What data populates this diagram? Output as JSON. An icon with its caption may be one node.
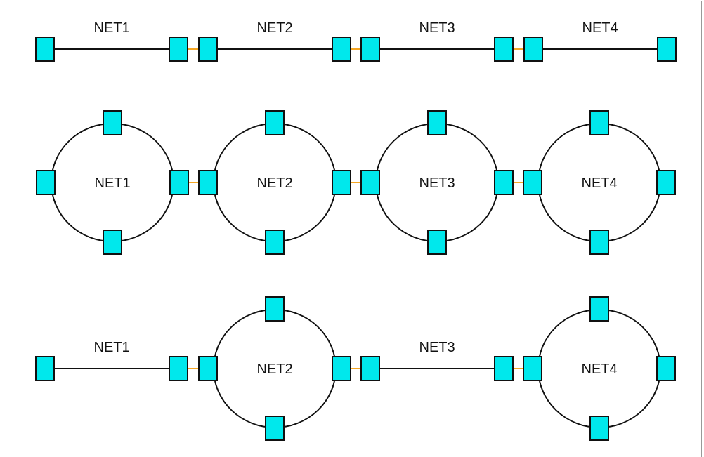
{
  "diagram": {
    "nodes": [
      {
        "text": [],
        "shape": "box"
      },
      {
        "text": [],
        "shape": "box"
      },
      {
        "text": [],
        "shape": "box"
      },
      {
        "text": [],
        "shape": "box"
      },
      {
        "text": [],
        "shape": "box"
      },
      {
        "text": [],
        "shape": "box"
      },
      {
        "text": [],
        "shape": "box"
      },
      {
        "text": [],
        "shape": "box"
      },
      {
        "text": [
          "NET1"
        ]
      },
      {
        "text": [],
        "shape": "box"
      },
      {
        "text": [],
        "shape": "box"
      },
      {
        "text": [],
        "shape": "box"
      },
      {
        "text": [],
        "shape": "box"
      },
      {
        "text": [
          "NET2"
        ]
      },
      {
        "text": [],
        "shape": "box"
      },
      {
        "text": [],
        "shape": "box"
      },
      {
        "text": [],
        "shape": "box"
      },
      {
        "text": [],
        "shape": "box"
      },
      {
        "text": [
          "NET3"
        ]
      },
      {
        "text": [],
        "shape": "box"
      },
      {
        "text": [],
        "shape": "box"
      },
      {
        "text": [],
        "shape": "box"
      },
      {
        "text": [],
        "shape": "box"
      },
      {
        "text": [
          "NET4"
        ]
      },
      {
        "text": [],
        "shape": "box"
      },
      {
        "text": [],
        "shape": "box"
      },
      {
        "text": [],
        "shape": "box"
      },
      {
        "text": [],
        "shape": "box"
      },
      {
        "text": [],
        "shape": "box"
      },
      {
        "text": [],
        "shape": "box"
      },
      {
        "text": [
          "NET2"
        ]
      },
      {
        "text": [],
        "shape": "box"
      },
      {
        "text": [],
        "shape": "box"
      },
      {
        "text": [],
        "shape": "box"
      },
      {
        "text": [],
        "shape": "box"
      },
      {
        "text": [],
        "shape": "box"
      },
      {
        "text": [],
        "shape": "box"
      },
      {
        "text": [
          "NET4"
        ]
      },
      {
        "text": [],
        "shape": "box"
      },
      {
        "text": [],
        "shape": "box"
      },
      {
        "text": [],
        "shape": "box"
      },
      {
        "text": [],
        "shape": "box"
      }
    ],
    "edges": [
      {
        "from": 0,
        "to": 1,
        "arrow": "none",
        "label": "NET1",
        "color": "#111111"
      },
      {
        "from": 1,
        "to": 2,
        "arrow": "none"
      },
      {
        "from": 2,
        "to": 3,
        "arrow": "none",
        "label": "NET2",
        "color": "#111111"
      },
      {
        "from": 3,
        "to": 4,
        "arrow": "none"
      },
      {
        "from": 4,
        "to": 5,
        "arrow": "none",
        "label": "NET3",
        "color": "#111111"
      },
      {
        "from": 5,
        "to": 6,
        "arrow": "none"
      },
      {
        "from": 6,
        "to": 7,
        "arrow": "none",
        "label": "NET4",
        "color": "#111111"
      },
      {
        "from": 11,
        "to": 15,
        "arrow": "none"
      },
      {
        "from": 16,
        "to": 20,
        "arrow": "none"
      },
      {
        "from": 21,
        "to": 25,
        "arrow": "none"
      },
      {
        "from": 28,
        "to": 29,
        "arrow": "none",
        "label": "NET1",
        "color": "#111111"
      },
      {
        "from": 29,
        "to": 32,
        "arrow": "none"
      },
      {
        "from": 33,
        "to": 35,
        "arrow": "none"
      },
      {
        "from": 35,
        "to": 36,
        "arrow": "none",
        "label": "NET3",
        "color": "#111111"
      },
      {
        "from": 36,
        "to": 39,
        "arrow": "none"
      }
    ]
  }
}
